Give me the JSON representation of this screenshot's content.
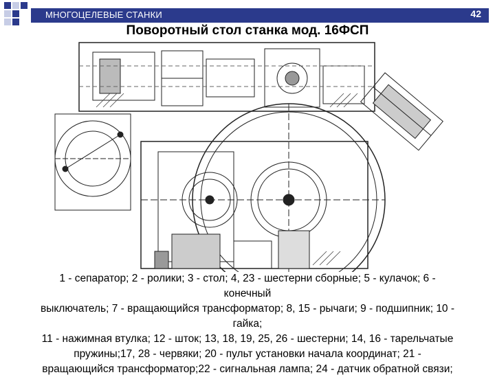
{
  "header": {
    "section_title": "МНОГОЦЕЛЕВЫЕ СТАНКИ",
    "page_number": "42",
    "accent_color": "#2b3a8c"
  },
  "slide": {
    "title": "Поворотный стол станка мод.  16ФСП"
  },
  "drawing": {
    "icon": "technical-drawing"
  },
  "caption": {
    "lines": [
      "1 - сепаратор; 2 - ролики; 3 - стол; 4, 23 - шестерни сборные; 5 - кулачок; 6 -",
      "конечный",
      "выключатель; 7 - вращающийся трансформатор; 8, 15 - рычаги; 9 - подшипник; 10 -",
      "гайка;",
      "11 - нажимная втулка; 12 - шток; 13, 18, 19, 25, 26 - шестерни; 14, 16 - тарельчатые",
      "пружины;17, 28 - червяки; 20 - пульт установки начала координат; 21 -",
      "вращающийся трансформатор;22 - сигнальная лампа; 24 - датчик обратной связи;"
    ]
  }
}
